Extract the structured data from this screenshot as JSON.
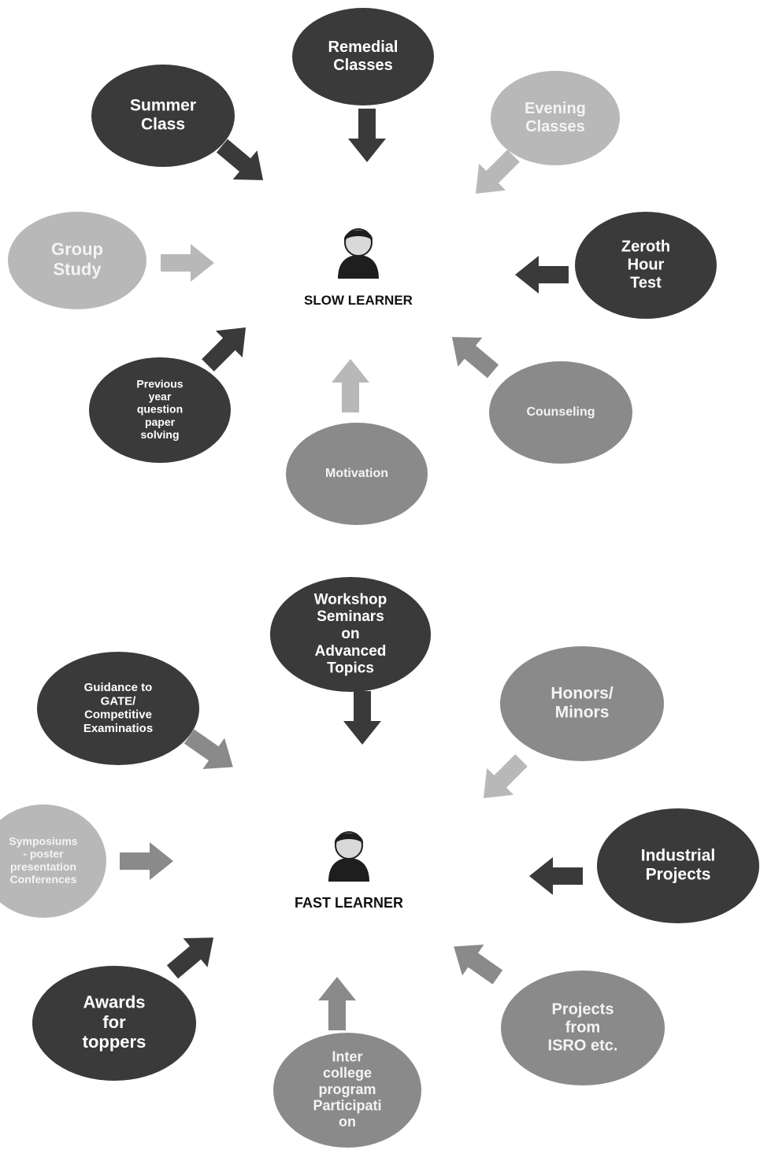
{
  "colors": {
    "dark": "#3a3a3a",
    "medium": "#8a8a8a",
    "light": "#b8b8b8",
    "text_on_dark": "#ffffff",
    "text_on_light": "#f4f4f4"
  },
  "slow_learner": {
    "label": "SLOW LEARNER",
    "icon": "person-icon",
    "nodes": [
      {
        "id": "remedial-classes",
        "lines": [
          "Remedial",
          "Classes"
        ],
        "shade": "dark"
      },
      {
        "id": "summer-class",
        "lines": [
          "Summer",
          "Class"
        ],
        "shade": "dark"
      },
      {
        "id": "evening-classes",
        "lines": [
          "Evening",
          "Classes"
        ],
        "shade": "light"
      },
      {
        "id": "group-study",
        "lines": [
          "Group",
          "Study"
        ],
        "shade": "light"
      },
      {
        "id": "zeroth-hour-test",
        "lines": [
          "Zeroth",
          "Hour",
          "Test"
        ],
        "shade": "dark"
      },
      {
        "id": "previous-year-question-paper-solving",
        "lines": [
          "Previous",
          "year",
          "question",
          "paper",
          "solving"
        ],
        "shade": "dark"
      },
      {
        "id": "motivation",
        "lines": [
          "Motivation"
        ],
        "shade": "medium"
      },
      {
        "id": "counseling",
        "lines": [
          "Counseling"
        ],
        "shade": "medium"
      }
    ]
  },
  "fast_learner": {
    "label": "FAST LEARNER",
    "icon": "person-icon",
    "nodes": [
      {
        "id": "workshop-seminars",
        "lines": [
          "Workshop",
          "Seminars",
          "on",
          "Advanced",
          "Topics"
        ],
        "shade": "dark"
      },
      {
        "id": "guidance-gate",
        "lines": [
          "Guidance to",
          "GATE/",
          "Competitive",
          "Examinatios"
        ],
        "shade": "dark"
      },
      {
        "id": "honors-minors",
        "lines": [
          "Honors/",
          "Minors"
        ],
        "shade": "medium"
      },
      {
        "id": "symposiums",
        "lines": [
          "Symposiums",
          "- poster",
          "presentation",
          "Conferences"
        ],
        "shade": "light"
      },
      {
        "id": "industrial-projects",
        "lines": [
          "Industrial",
          "Projects"
        ],
        "shade": "dark"
      },
      {
        "id": "awards-for-toppers",
        "lines": [
          "Awards",
          "for",
          "toppers"
        ],
        "shade": "dark"
      },
      {
        "id": "inter-college-program",
        "lines": [
          "Inter",
          "college",
          "program",
          "Participati",
          "on"
        ],
        "shade": "medium"
      },
      {
        "id": "projects-from-isro",
        "lines": [
          "Projects",
          "from",
          "ISRO etc."
        ],
        "shade": "medium"
      }
    ]
  }
}
